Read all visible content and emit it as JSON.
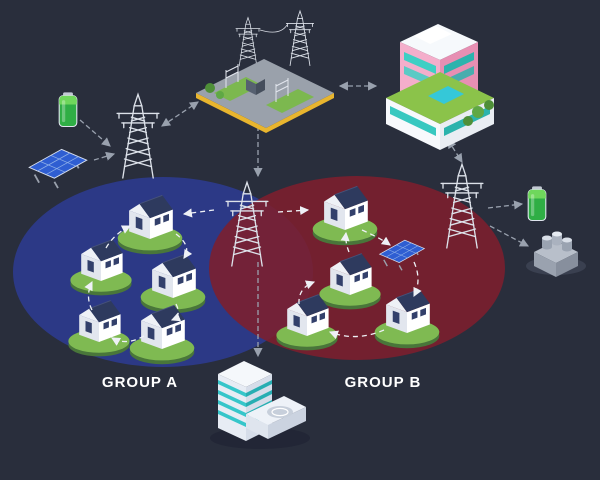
{
  "diagram": {
    "background": "#292e3c",
    "group_a": {
      "label": "GROUP A",
      "color": "#2c3b8e",
      "house_count": 5
    },
    "group_b": {
      "label": "GROUP B",
      "color": "#7d1f2e",
      "house_count": 4
    },
    "arrow_color": "#99a1ae",
    "loop_arrow_color": "#eef1f6",
    "battery_color": "#2fae45",
    "solar_panel_color": "#2f5ed2",
    "house_platform_color": "#7fba52",
    "icons": {
      "substation": "power-substation",
      "hospital": "hospital-building",
      "office": "office-building",
      "tower": "transmission-tower",
      "battery": "battery",
      "solar": "solar-array",
      "factory": "factory-plant",
      "house": "house"
    }
  }
}
